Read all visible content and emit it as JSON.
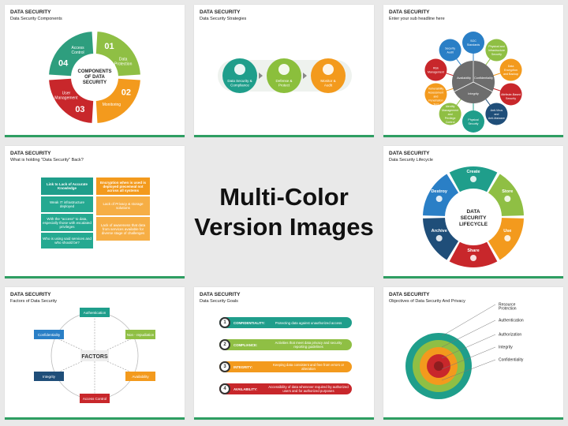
{
  "title": "DATA SECURITY",
  "center_lines": [
    "Multi-Color",
    "Version Images"
  ],
  "s1": {
    "sub": "Data Security Components",
    "center": [
      "COMPONENTS",
      "OF DATA",
      "SECURITY"
    ],
    "segs": [
      {
        "n": "01",
        "label": "Data Protection",
        "color": "#8fbf44"
      },
      {
        "n": "02",
        "label": "Monitoring",
        "color": "#f39a1d"
      },
      {
        "n": "03",
        "label": "User Management",
        "color": "#c8272b"
      },
      {
        "n": "04",
        "label": "Access Control",
        "color": "#2e9e7e"
      }
    ]
  },
  "s2": {
    "sub": "Data Security Strategies",
    "items": [
      {
        "label": "Data Security & Compliance",
        "color": "#1f9e8b"
      },
      {
        "label": "Defense & Protect",
        "color": "#8bbf3c"
      },
      {
        "label": "Monitor & Audit",
        "color": "#f39a1d"
      }
    ]
  },
  "s3": {
    "sub": "Enter your sub headline here",
    "center": [
      "Availability",
      "Confidentiality",
      "Integrity"
    ],
    "petals": [
      {
        "label": "SOC Standards",
        "color": "#2a7fc6"
      },
      {
        "label": "Physical and Infrastructure Security",
        "color": "#8fbf44"
      },
      {
        "label": "Data Encryption and Backup",
        "color": "#f39a1d"
      },
      {
        "label": "Attribute-Based Security",
        "color": "#c8272b"
      },
      {
        "label": "Anti-Virus and Anti-Malware",
        "color": "#1f4e79"
      },
      {
        "label": "Physical Security",
        "color": "#1f9e8b"
      },
      {
        "label": "Identity Management and Privilege Control",
        "color": "#8fbf44"
      },
      {
        "label": "Vulnerability Assessment and Penetration Test",
        "color": "#f39a1d"
      },
      {
        "label": "Risk Management",
        "color": "#c8272b"
      },
      {
        "label": "Security Audit",
        "color": "#2a7fc6"
      }
    ]
  },
  "s4": {
    "sub": "What is holding \"Data Security\" Back?",
    "left": {
      "head": "Link to Lack of Accurate Knowledge",
      "items": [
        "Weak IT infrastructure deployed",
        "With the \"access\" to data, especially those with escalated privileges",
        "Who is using said services and who should be?"
      ]
    },
    "right": {
      "head": "Encryption when is used is deployed piecemeal not across all systems",
      "items": [
        "Lack of Privacy & storage solutions",
        "Lack of awareness that data from services available for diverse stage of challenges"
      ]
    }
  },
  "s5": {
    "sub": "Data Security Lifecycle",
    "center": [
      "DATA",
      "SECURITY",
      "LIFECYCLE"
    ],
    "stages": [
      {
        "label": "Create",
        "color": "#1f9e8b"
      },
      {
        "label": "Store",
        "color": "#8fbf44"
      },
      {
        "label": "Use",
        "color": "#f39a1d"
      },
      {
        "label": "Share",
        "color": "#c8272b"
      },
      {
        "label": "Archive",
        "color": "#1f4e79"
      },
      {
        "label": "Destroy",
        "color": "#2a7fc6"
      }
    ]
  },
  "s6": {
    "sub": "Factors of Data Security",
    "center": "FACTORS",
    "items": [
      {
        "label": "Authentication",
        "color": "#1f9e8b"
      },
      {
        "label": "Non - repudiation",
        "color": "#8fbf44"
      },
      {
        "label": "Availability",
        "color": "#f39a1d"
      },
      {
        "label": "Access Control",
        "color": "#c8272b"
      },
      {
        "label": "Integrity",
        "color": "#1f4e79"
      },
      {
        "label": "Confidentiality",
        "color": "#2a7fc6"
      }
    ]
  },
  "s7": {
    "sub": "Data Security Goals",
    "items": [
      {
        "n": "1",
        "k": "CONFIDENTIALITY:",
        "d": "Protecting data against unauthorized access",
        "color": "#1f9e8b"
      },
      {
        "n": "2",
        "k": "COMPLIANCE:",
        "d": "Activities that meet data privacy and security reporting guidelines",
        "color": "#8fbf44"
      },
      {
        "n": "3",
        "k": "INTEGRITY:",
        "d": "Keeping data consistent and free from errors or alteration",
        "color": "#f39a1d"
      },
      {
        "n": "4",
        "k": "AVAILABILITY:",
        "d": "Accessibility of data whenever required by authorized users and for authorized purposes",
        "color": "#c8272b"
      }
    ]
  },
  "s8": {
    "sub": "Objectives of Data Security And Privacy",
    "labels": [
      "Resource Protection",
      "Authentication",
      "Authorization",
      "Integrity",
      "Confidentiality"
    ],
    "rings": [
      "#1f9e8b",
      "#8fbf44",
      "#f39a1d",
      "#c8272b"
    ]
  }
}
